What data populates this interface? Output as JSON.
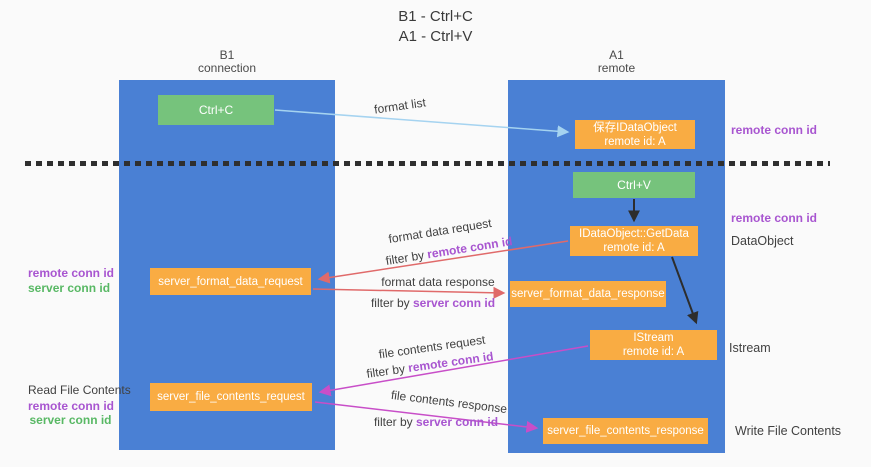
{
  "title": {
    "line1": "B1 - Ctrl+C",
    "line2": "A1 - Ctrl+V"
  },
  "columns": {
    "left": {
      "name": "B1",
      "role": "connection"
    },
    "right": {
      "name": "A1",
      "role": "remote"
    }
  },
  "boxes": {
    "ctrl_c": {
      "label": "Ctrl+C"
    },
    "ctrl_v": {
      "label": "Ctrl+V"
    },
    "save_dataobject": {
      "line1": "保存IDataObject",
      "line2": "remote id: A"
    },
    "getdata": {
      "line1": "IDataObject::GetData",
      "line2": "remote id: A"
    },
    "istream": {
      "line1": "IStream",
      "line2": "remote id: A"
    },
    "format_request": {
      "label": "server_format_data_request"
    },
    "format_response": {
      "label": "server_format_data_response"
    },
    "file_request": {
      "label": "server_file_contents_request"
    },
    "file_response": {
      "label": "server_file_contents_response"
    }
  },
  "flow_labels": {
    "format_list": "format list",
    "format_data_request": "format data request",
    "format_data_response": "format data response",
    "file_contents_request": "file contents request",
    "file_contents_response": "file contents response",
    "filter_by": "filter by ",
    "remote_conn_id": "remote conn id",
    "server_conn_id": "server conn id"
  },
  "side_labels": {
    "left": {
      "remote_conn_id": "remote conn id",
      "server_conn_id": "server conn id",
      "read_file_contents": "Read File Contents"
    },
    "right": {
      "remote_conn_id_top": "remote conn id",
      "remote_conn_id_mid": "remote conn id",
      "dataobject": "DataObject",
      "istream": "Istream",
      "write_file_contents": "Write File Contents"
    }
  },
  "colors": {
    "column_blue": "#4a80d4",
    "box_green": "#76c37c",
    "box_orange": "#f9ac43",
    "arrow_light_blue": "#a5d3f0",
    "arrow_red": "#e06a6a",
    "arrow_magenta": "#c84ec8",
    "arrow_black": "#2d2d2d",
    "text_purple": "#a855d0",
    "text_green": "#58b864"
  }
}
